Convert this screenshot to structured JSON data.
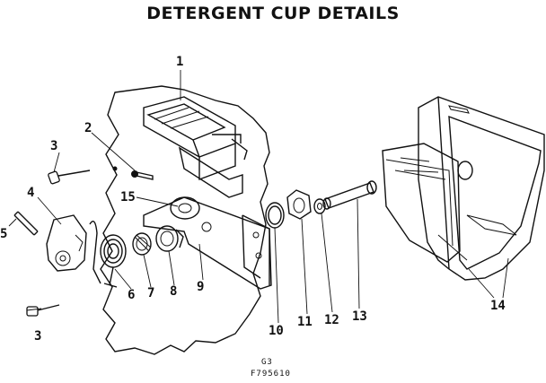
{
  "title": "DETERGENT CUP DETAILS",
  "callouts": [
    {
      "id": "c1",
      "text": "1"
    },
    {
      "id": "c2",
      "text": "2"
    },
    {
      "id": "c3a",
      "text": "3"
    },
    {
      "id": "c4",
      "text": "4"
    },
    {
      "id": "c5",
      "text": "5"
    },
    {
      "id": "c15",
      "text": "15"
    },
    {
      "id": "c3b",
      "text": "3"
    },
    {
      "id": "c6",
      "text": "6"
    },
    {
      "id": "c7",
      "text": "7"
    },
    {
      "id": "c8",
      "text": "8"
    },
    {
      "id": "c9",
      "text": "9"
    },
    {
      "id": "c10",
      "text": "10"
    },
    {
      "id": "c11",
      "text": "11"
    },
    {
      "id": "c12",
      "text": "12"
    },
    {
      "id": "c13",
      "text": "13"
    },
    {
      "id": "c14",
      "text": "14"
    }
  ],
  "footer": {
    "group_code": "G3",
    "figure_number": "F795610"
  }
}
